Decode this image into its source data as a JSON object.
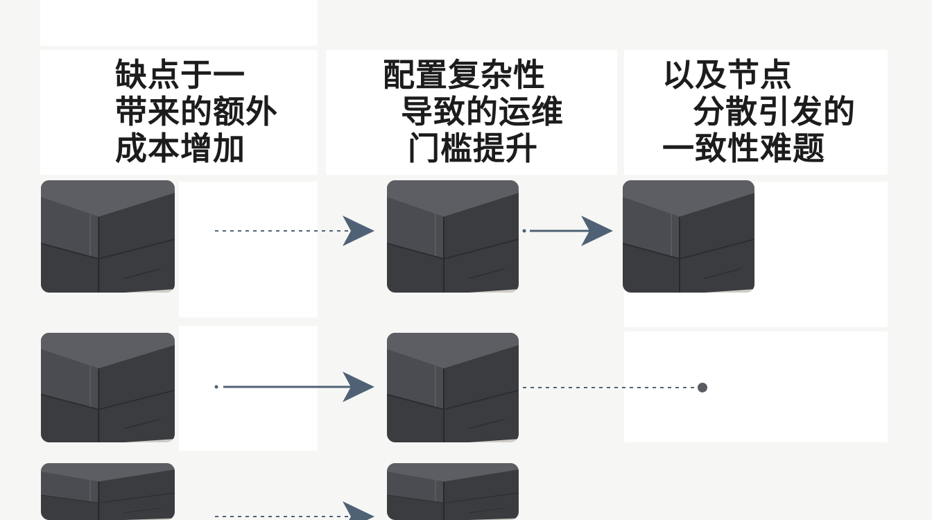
{
  "captions": [
    {
      "lines": [
        "缺点于一",
        "带来的额外",
        "成本增加"
      ]
    },
    {
      "lines": [
        "配置复杂性",
        "导致的运维",
        "门槛提升"
      ]
    },
    {
      "lines": [
        "以及节点",
        "分散引发的",
        "一致性难题"
      ]
    }
  ],
  "icons": {
    "box": "box-icon",
    "arrow": "arrow-right-icon",
    "node": "dot-icon"
  },
  "colors": {
    "background": "#f6f6f5",
    "panel": "#ffffff",
    "text": "#1c1c1c",
    "arrow": "#4f6275",
    "box_dark": "#3a3c40",
    "box_mid": "#4a4c51",
    "box_light": "#5c5e63",
    "floor": "#cfccc6"
  }
}
